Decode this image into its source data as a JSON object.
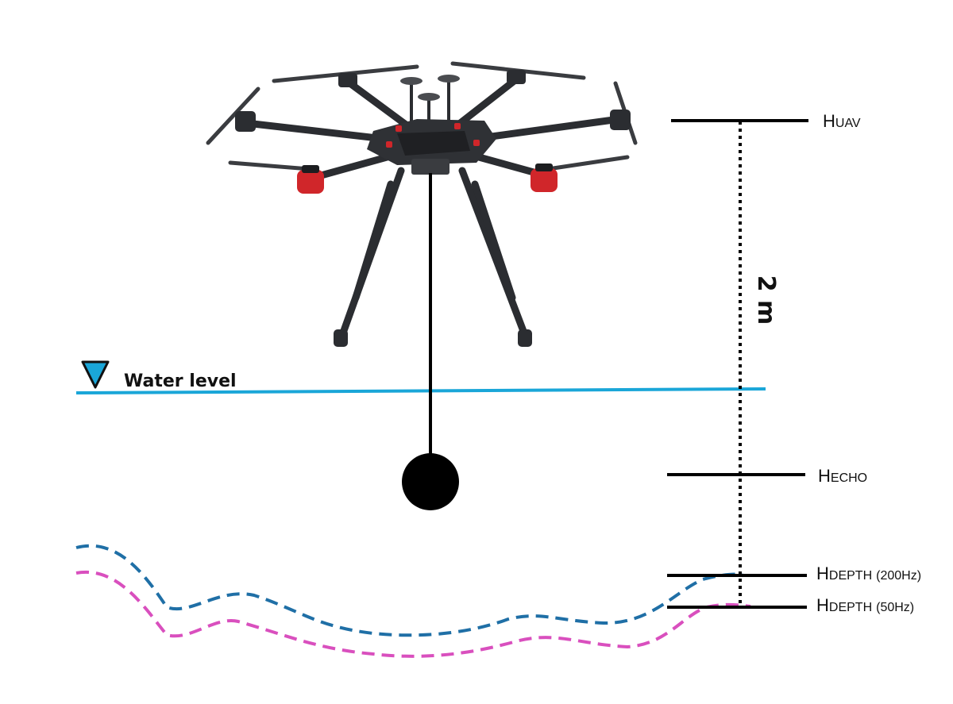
{
  "water_level": {
    "label": "Water level",
    "color": "#1aa6d8"
  },
  "distance_label": "2 m",
  "markers": {
    "uav": {
      "base": "H",
      "sub": "UAV"
    },
    "echo": {
      "base": "H",
      "sub": "ECHO"
    },
    "depth_200": {
      "base": "H",
      "sub": "DEPTH",
      "freq": "(200Hz)"
    },
    "depth_50": {
      "base": "H",
      "sub": "DEPTH",
      "freq": "(50Hz)"
    }
  },
  "bottom_profiles": {
    "depth_200_color": "#1f6fa6",
    "depth_50_color": "#d94fbe"
  },
  "drone": {
    "icon": "hexacopter-drone-icon",
    "frame_color": "#2b2d31",
    "motor_color": "#d0262a"
  },
  "sensor": {
    "icon": "echo-sounder-icon",
    "color": "#000000"
  }
}
